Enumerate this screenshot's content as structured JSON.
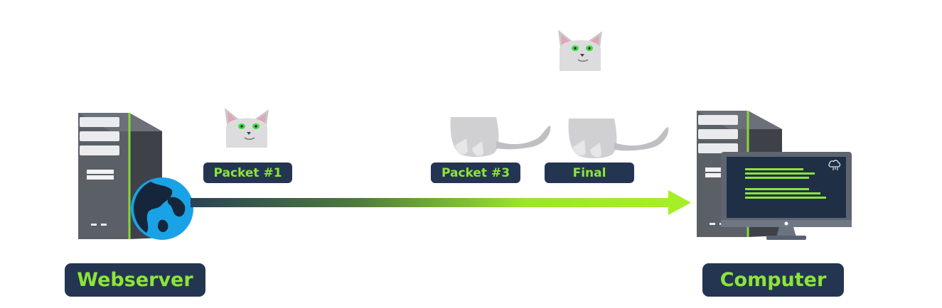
{
  "nodes": {
    "source_label": "Webserver",
    "destination_label": "Computer"
  },
  "packets": {
    "packet1_label": "Packet #1",
    "packet3_label": "Packet #3",
    "final_label": "Final"
  },
  "colors": {
    "label_bg": "#243552",
    "label_text": "#8de43a",
    "arrow_start": "#2a4356",
    "arrow_end": "#a6ee28"
  },
  "icons": [
    "server-tower-icon",
    "globe-icon",
    "cat-head-icon",
    "cat-body-icon",
    "computer-tower-icon",
    "monitor-icon",
    "cloud-icon"
  ]
}
